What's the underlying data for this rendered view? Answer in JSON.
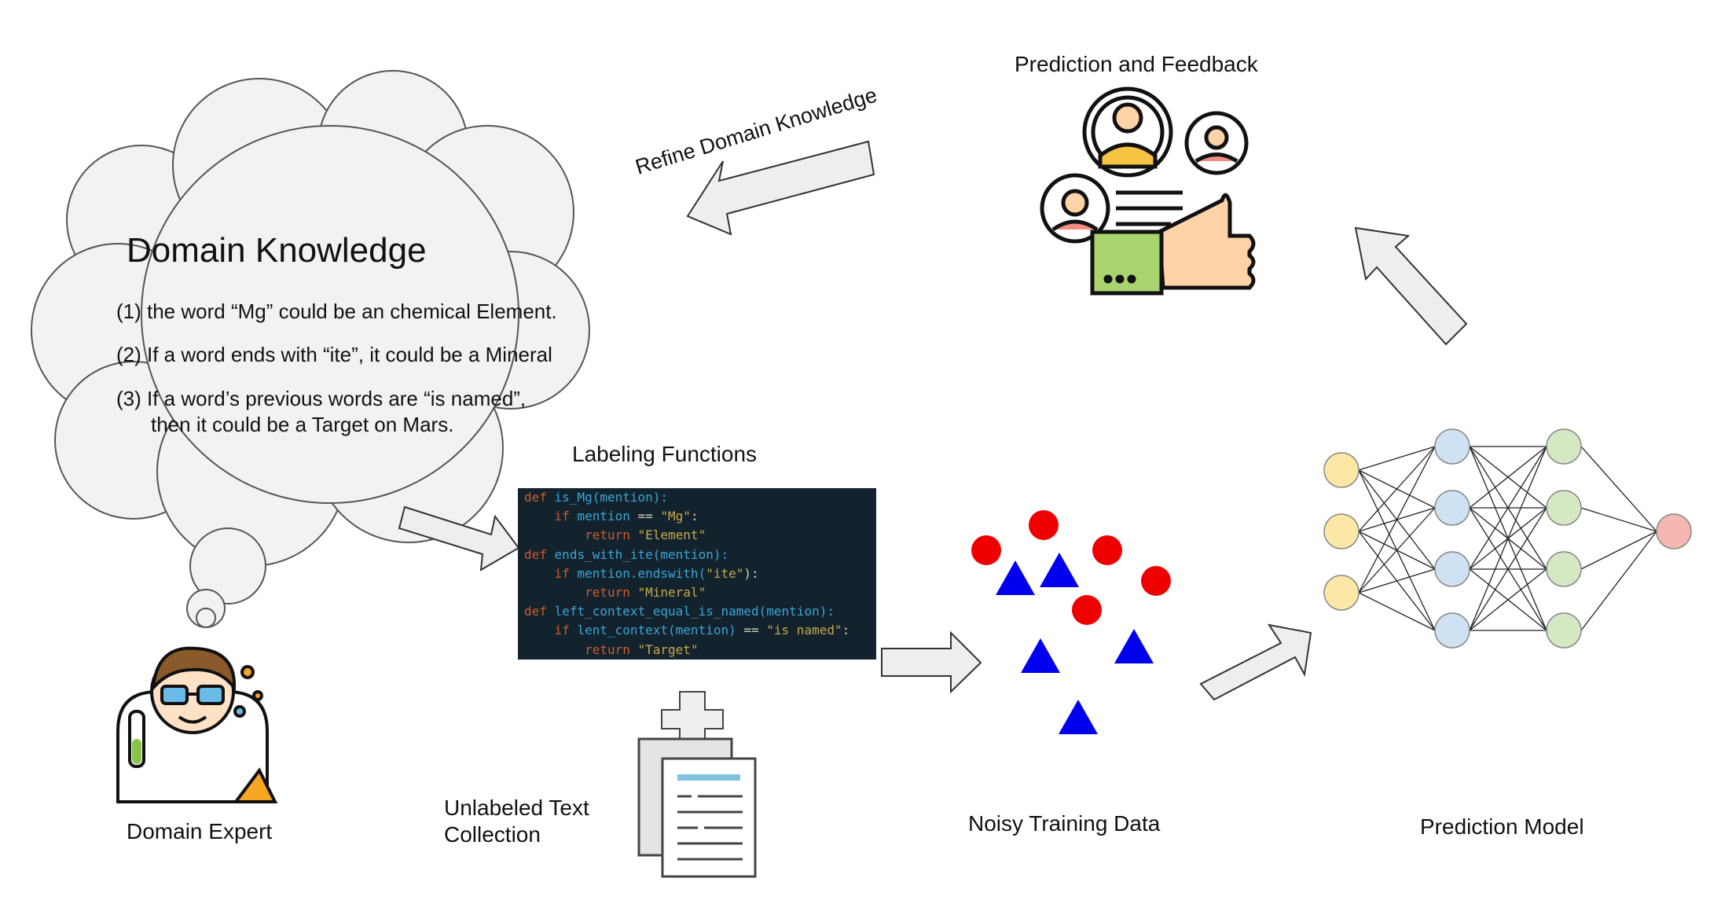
{
  "cloud": {
    "title": "Domain Knowledge",
    "rules": [
      "(1) the word “Mg” could be an chemical Element.",
      "(2) If a word ends with “ite”, it could be a Mineral",
      "(3) If a word’s previous words are “is named”,",
      "then it could be a Target on Mars."
    ]
  },
  "labels": {
    "refine": "Refine Domain Knowledge",
    "feedback": "Prediction and Feedback",
    "labeling_functions": "Labeling Functions",
    "domain_expert": "Domain Expert",
    "unlabeled_line1": "Unlabeled Text",
    "unlabeled_line2": "Collection",
    "noisy": "Noisy Training Data",
    "model": "Prediction Model"
  },
  "code": {
    "line1": {
      "kw": "def",
      "name": "is_Mg",
      "args": "(mention):"
    },
    "line2": {
      "kw": "if",
      "expr": "mention",
      "op": " == ",
      "str": "\"Mg\"",
      "end": ":"
    },
    "line3": {
      "kw": "return",
      "str": "\"Element\""
    },
    "line4": {
      "kw": "def",
      "name": "ends_with_ite",
      "args": "(mention):"
    },
    "line5": {
      "kw": "if",
      "expr": "mention.endswith(",
      "str": "\"ite\"",
      "end": "):"
    },
    "line6": {
      "kw": "return",
      "str": "\"Mineral\""
    },
    "line7": {
      "kw": "def",
      "name": "left_context_equal_is_named",
      "args": "(mention):"
    },
    "line8": {
      "kw": "if",
      "expr": "lent_context(mention)",
      "op": " == ",
      "str": "\"is named\"",
      "end": ":"
    },
    "line9": {
      "kw": "return",
      "str": "\"Target\""
    }
  },
  "colors": {
    "arrow_fill": "#eeeeee",
    "arrow_stroke": "#333333",
    "cloud_fill": "#f2f2f2",
    "code_bg": "#13232e",
    "circle_red": "#ee0000",
    "triangle_blue": "#0000ee",
    "nn_input": "#fbe8a6",
    "nn_hidden1": "#cfe2f3",
    "nn_hidden2": "#d5e8c4",
    "nn_output": "#f4b8b0"
  },
  "icons": [
    "scientist-icon",
    "documents-icon",
    "plus-icon",
    "feedback-thumbs-up-icon",
    "neural-network-icon"
  ]
}
